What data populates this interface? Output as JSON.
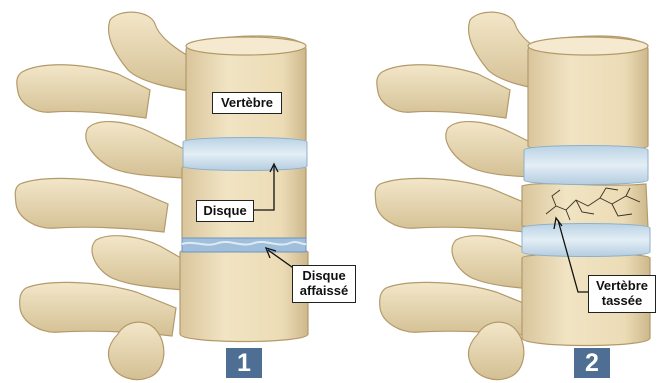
{
  "panels": [
    {
      "number": "1",
      "labels": {
        "vertebra": "Vertèbre",
        "disc": "Disque",
        "collapsed_disc_line1": "Disque",
        "collapsed_disc_line2": "affaissé"
      }
    },
    {
      "number": "2",
      "labels": {
        "compressed_vertebra_line1": "Vertèbre",
        "compressed_vertebra_line2": "tassée"
      }
    }
  ],
  "colors": {
    "bone": "#ecdcb6",
    "bone_shadow": "#cdb88c",
    "bone_outline": "#b39a6a",
    "disc": "#d5e5ef",
    "disc_collapsed": "#9fbfdc",
    "badge": "#4e6f93"
  }
}
